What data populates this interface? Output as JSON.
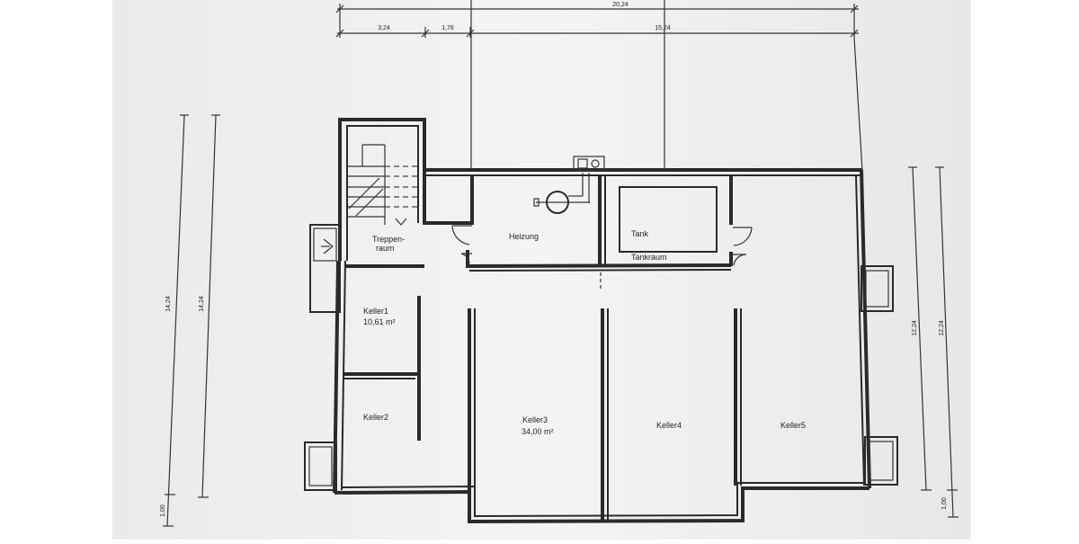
{
  "rooms": {
    "treppenraum_line1": "Treppen-",
    "treppenraum_line2": "raum",
    "heizung": "Heizung",
    "tank": "Tank",
    "tankraum": "Tankraum",
    "keller1": "Keller1",
    "keller1_area": "10,61 m²",
    "keller2": "Keller2",
    "keller3": "Keller3",
    "keller3_area": "34,00 m²",
    "keller4": "Keller4",
    "keller5": "Keller5"
  },
  "dimensions": {
    "top_total": "20,24",
    "top_seg1": "3,24",
    "top_seg2": "1,76",
    "top_seg3": "15,24",
    "left_outer": "14,24",
    "left_inner": "14,24",
    "left_bottom": "1,00",
    "right_inner": "12,24",
    "right_outer": "12,24",
    "right_bottom": "1,00"
  },
  "colors": {
    "paper": "#f3f4f2",
    "ink": "#2a2a2a"
  }
}
